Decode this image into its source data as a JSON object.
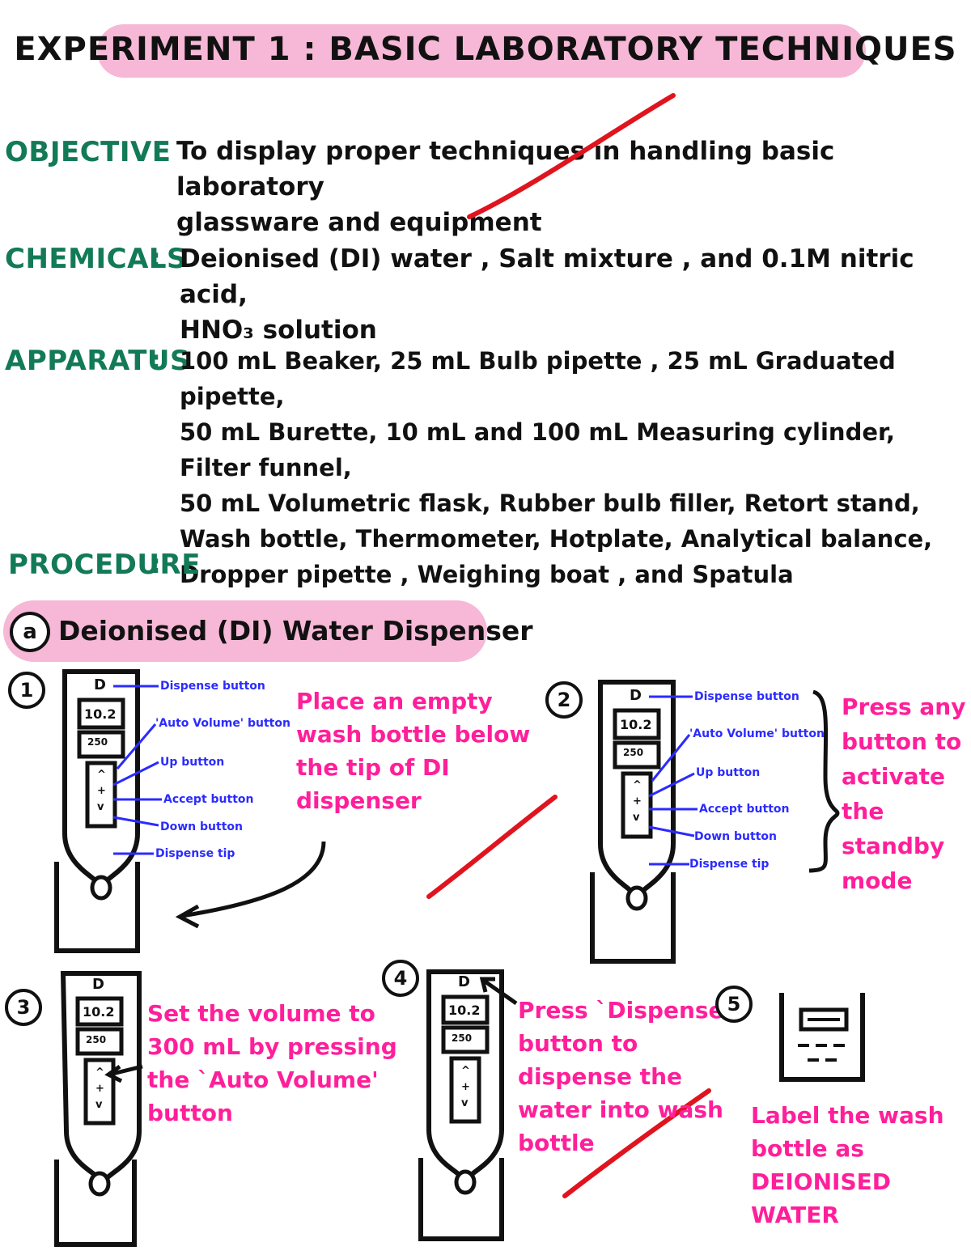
{
  "title": "EXPERIMENT 1 : BASIC LABORATORY TECHNIQUES",
  "objective": {
    "label": "OBJECTIVE",
    "colon": ":",
    "line1": "To display proper techniques in handling basic laboratory",
    "line2": "glassware and equipment"
  },
  "chemicals": {
    "label": "CHEMICALS",
    "colon": ":",
    "line1": "Deionised (DI) water , Salt mixture , and 0.1M nitric acid,",
    "line2": "HNO₃ solution"
  },
  "apparatus": {
    "label": "APPARATUS",
    "colon": ":",
    "line1": "100 mL Beaker, 25 mL Bulb pipette , 25 mL Graduated pipette,",
    "line2": "50 mL Burette, 10 mL and 100 mL Measuring cylinder, Filter funnel,",
    "line3": "50 mL Volumetric flask, Rubber bulb filler, Retort stand,",
    "line4": "Wash bottle, Thermometer, Hotplate, Analytical balance,",
    "line5": "Dropper pipette , Weighing boat , and Spatula"
  },
  "procedure": {
    "label": "PROCEDURE",
    "colon": ":"
  },
  "section_a": {
    "marker": "a",
    "title": "Deionised (DI) Water Dispenser"
  },
  "dispenser": {
    "display_value": "10.2",
    "preset_value": "250",
    "icon": "flask-icon",
    "up_symbol": "^",
    "accept_symbol": "+",
    "down_symbol": "v",
    "dispense_symbol": "D"
  },
  "labels": {
    "dispense_button": "Dispense button",
    "auto_volume_button": "'Auto Volume' button",
    "up_button": "Up button",
    "accept_button": "Accept button",
    "down_button": "Down button",
    "dispense_tip": "Dispense tip"
  },
  "steps": {
    "s1": {
      "num": "1",
      "note": [
        "Place an empty",
        "wash bottle below",
        "the tip of DI",
        "dispenser"
      ]
    },
    "s2": {
      "num": "2",
      "note": [
        "Press any",
        "button to",
        "activate",
        "the standby",
        "mode"
      ]
    },
    "s3": {
      "num": "3",
      "note": [
        "Set the volume to",
        "300 mL by pressing",
        "the `Auto Volume'",
        "button"
      ]
    },
    "s4": {
      "num": "4",
      "note": [
        "Press `Dispense'",
        "button to",
        "dispense the",
        "water into wash",
        "bottle"
      ]
    },
    "s5": {
      "num": "5",
      "note": [
        "Label the wash",
        "bottle as",
        "DEIONISED",
        "WATER"
      ]
    }
  },
  "colors": {
    "green": "#127a56",
    "pink": "#ff1f9a",
    "blue": "#2b2bff",
    "highlight": "#f6b8d6",
    "red_mark": "#e0141e"
  }
}
